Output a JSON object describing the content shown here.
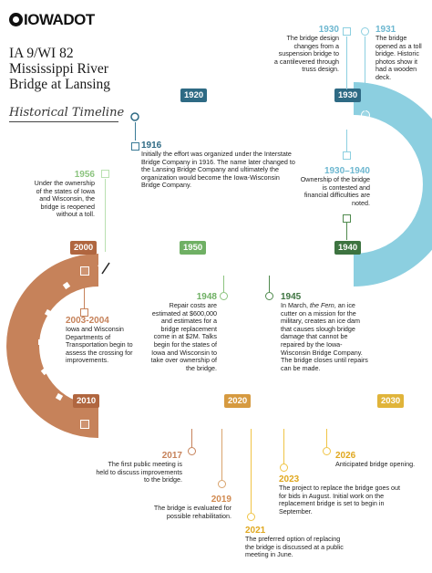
{
  "logo_text": "IOWADOT",
  "title_lines": [
    "IA 9/WI 82",
    "Mississippi River",
    "Bridge at Lansing"
  ],
  "subtitle": "Historical Timeline",
  "tags": {
    "y1920": "1920",
    "y1930": "1930",
    "y1950": "1950",
    "y1940": "1940",
    "y2000": "2000",
    "y2010": "2010",
    "y2020": "2020",
    "y2030": "2030"
  },
  "events": {
    "e1916": {
      "year": "1916",
      "text": "Initially the effort was organized under the Interstate Bridge Company in 1916. The name later changed to the Lansing Bridge Company and ultimately the organization would become the Iowa-Wisconsin Bridge Company."
    },
    "e1930a": {
      "year": "1930",
      "text": "The bridge design changes from a suspension bridge to a cantilevered through truss design."
    },
    "e1931": {
      "year": "1931",
      "text": "The bridge opened as a toll bridge. Historic photos show it had a wooden deck."
    },
    "e1930_1940": {
      "year": "1930–1940",
      "text": "Ownership of the bridge is contested and financial difficulties are noted."
    },
    "e1956": {
      "year": "1956",
      "text": "Under the ownership of the states of Iowa and Wisconsin, the bridge is reopened without a toll."
    },
    "e1948": {
      "year": "1948",
      "text": "Repair costs are estimated at $600,000 and estimates for a bridge replacement come in at $2M. Talks begin for the states of Iowa and Wisconsin to take over ownership of the bridge."
    },
    "e1945": {
      "year": "1945",
      "text_pre": "In March, ",
      "text_em": "the Fern",
      "text_post": ", an ice cutter on a mission for the military, creates an ice dam that causes slough bridge damage that cannot be repaired by the Iowa-Wisconsin Bridge Company. The bridge closes until repairs can be made."
    },
    "e2003": {
      "year": "2003-2004",
      "text": "Iowa and Wisconsin Departments of Transportation begin to assess the crossing for improvements."
    },
    "e2017": {
      "year": "2017",
      "text": "The first public meeting is held to discuss improvements to the bridge."
    },
    "e2019": {
      "year": "2019",
      "text": "The bridge is evaluated for possible rehabilitation."
    },
    "e2021": {
      "year": "2021",
      "text": "The preferred option of replacing the bridge is discussed at a public meeting in June."
    },
    "e2023": {
      "year": "2023",
      "text": "The project to replace the bridge goes out for bids in August. Initial work on the replacement bridge is set to begin in September."
    },
    "e2026": {
      "year": "2026",
      "text": "Anticipated bridge opening."
    }
  },
  "colors": {
    "teal_dark": "#3a7a96",
    "teal_light": "#8ccfe0",
    "green_light": "#b9e0b0",
    "green_dark": "#4f8a4d",
    "orange": "#c6825a",
    "orange_light": "#dba57e",
    "yellow": "#f0c445",
    "year_teal": "#6db7d0",
    "year_orange": "#c6825a",
    "year_green": "#4f8a4d",
    "year_yellow": "#e0a820"
  }
}
